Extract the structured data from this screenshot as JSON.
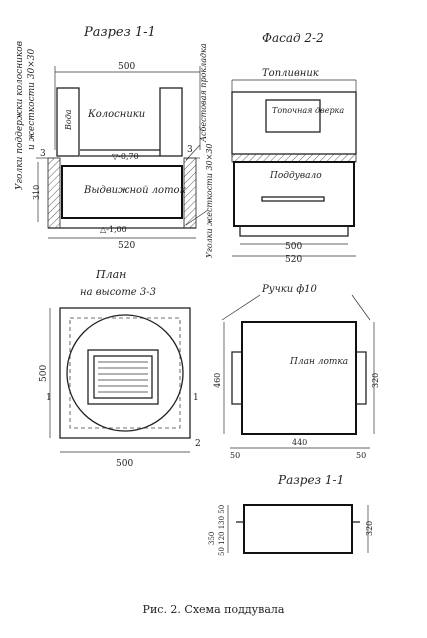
{
  "caption": "Рис. 2. Схема поддувала",
  "section_1_1": {
    "title": "Разрез 1-1",
    "label_grates": "Колосники",
    "label_water": "Вода",
    "label_asbestos": "Асбестовая прокладка",
    "label_corners_top": "Уголки поддержки колосников",
    "label_corners_stiff": "и жесткости 30×30",
    "label_drawer": "Выдвижной лоток",
    "label_corners_bottom": "Уголки жесткости 30×30",
    "mark_3_left": "3",
    "mark_3_right": "3",
    "level_top": "▽-0,70",
    "level_bottom": "△-1,00",
    "dim_top": "500",
    "dim_bottom": "520",
    "dim_height": "310"
  },
  "facade_2_2": {
    "title": "Фасад 2-2",
    "label_firebox": "Топливник",
    "label_door": "Топочная дверка",
    "label_ashpit": "Поддувало",
    "dim_inner": "500",
    "dim_outer": "520"
  },
  "plan": {
    "title": "План",
    "subtitle": "на высоте 3-3",
    "mark_1_left": "1",
    "mark_1_right": "1",
    "mark_2": "2",
    "dim_width": "500",
    "dim_height": "500"
  },
  "tray_plan": {
    "label_handles": "Ручки ф10",
    "label_plan": "План лотка",
    "dim_height": "460",
    "dim_right": "320",
    "dim_width": "440",
    "dim_left_margin": "50",
    "dim_right_margin": "50"
  },
  "tray_section": {
    "title": "Разрез 1-1",
    "dim_right": "320",
    "dim_left_stack": "50 120 130 50",
    "dim_left_sum": "350"
  }
}
